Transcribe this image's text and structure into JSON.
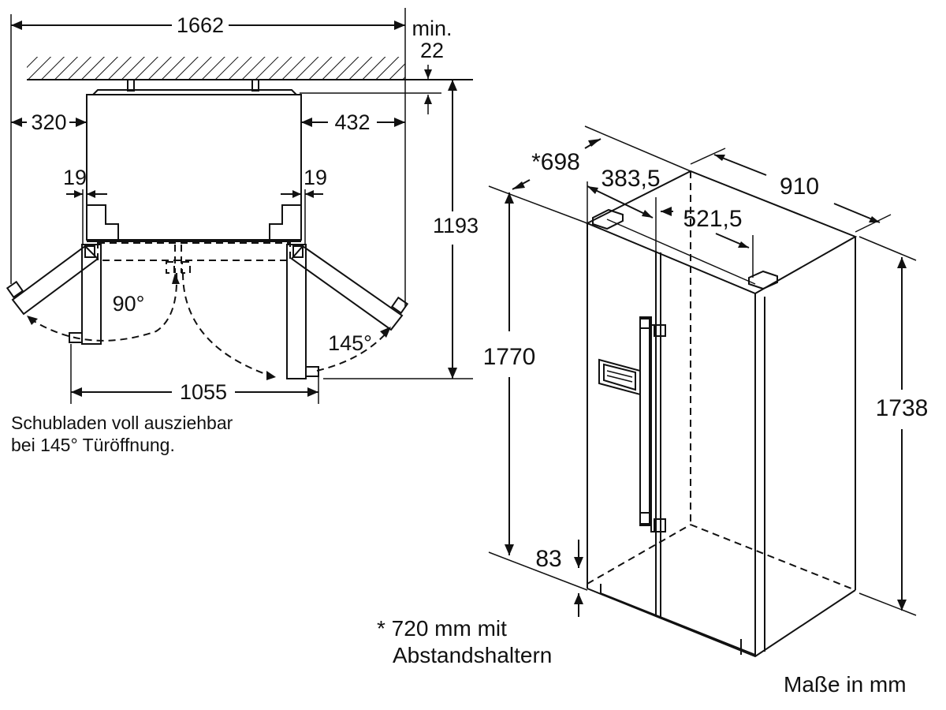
{
  "top_view": {
    "overall_width": "1662",
    "wall_gap_label": "min.",
    "wall_gap_value": "22",
    "left_clearance": "320",
    "right_clearance": "432",
    "hinge_left": "19",
    "hinge_right": "19",
    "depth_open": "1193",
    "angle_small": "90°",
    "angle_large": "145°",
    "door_span": "1055"
  },
  "drawer_note": {
    "line1": "Schubladen voll ausziehbar",
    "line2": "bei 145° Türöffnung."
  },
  "iso_view": {
    "depth": "*698",
    "left_door_width": "383,5",
    "right_door_width": "521,5",
    "width": "910",
    "total_height": "1770",
    "body_height": "1738",
    "foot_height": "83"
  },
  "footnote": {
    "line1": "* 720 mm mit",
    "line2": "Abstandshaltern"
  },
  "units_note": "Maße in mm"
}
